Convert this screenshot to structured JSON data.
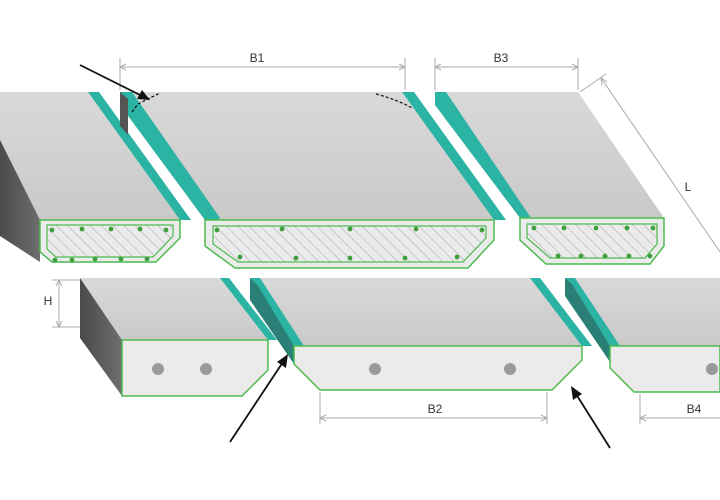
{
  "labels": {
    "b1": "B1",
    "b2": "B2",
    "b3": "B3",
    "b4": "B4",
    "l": "L",
    "h": "H"
  },
  "colors": {
    "slab_top": "#d2d2d2",
    "slab_front": "#e9e9e9",
    "slab_side": "#5c5c5c",
    "teal_edge": "#2bb3a3",
    "green_outline": "#4dbb4d",
    "rebar": "#3f9f3f",
    "hole": "#9a9a9a",
    "dim_line": "#aaaaaa",
    "arrow": "#111111"
  }
}
